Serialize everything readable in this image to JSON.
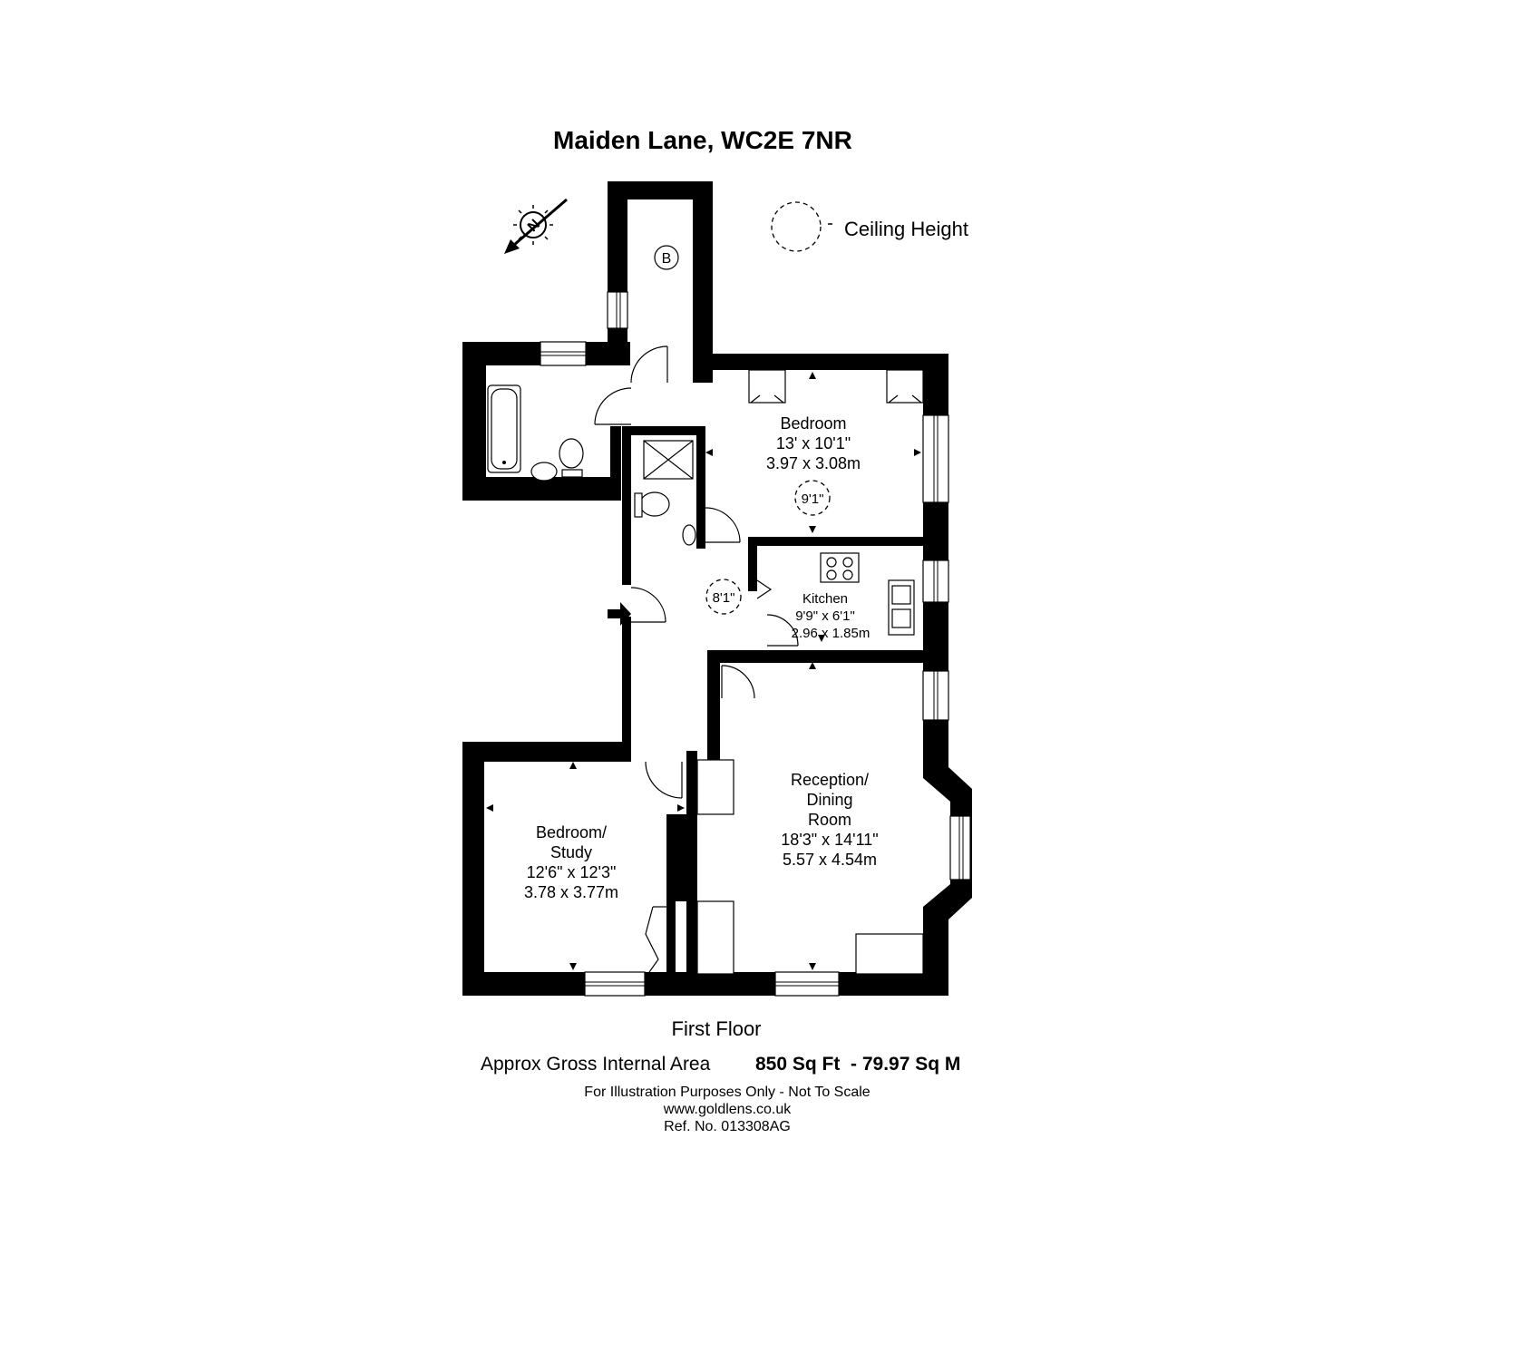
{
  "title": "Maiden Lane, WC2E 7NR",
  "compass": {
    "icon": "north-compass-icon",
    "label": "N"
  },
  "legend": {
    "icon": "dashed-circle-icon",
    "label": "Ceiling Height"
  },
  "boiler": {
    "label": "B"
  },
  "rooms": {
    "bedroom": {
      "name": "Bedroom",
      "imperial": "13' x 10'1\"",
      "metric": "3.97 x 3.08m",
      "ceiling": "9'1\""
    },
    "kitchen": {
      "name": "Kitchen",
      "imperial": "9'9\" x 6'1\"",
      "metric": "2.96 x 1.85m"
    },
    "hall": {
      "ceiling": "8'1\""
    },
    "study": {
      "name_line1": "Bedroom/",
      "name_line2": "Study",
      "imperial": "12'6\" x 12'3\"",
      "metric": "3.78 x 3.77m"
    },
    "reception": {
      "name_line1": "Reception/",
      "name_line2": "Dining",
      "name_line3": "Room",
      "imperial": "18'3\" x 14'11\"",
      "metric": "5.57 x 4.54m"
    }
  },
  "floor_label": "First Floor",
  "area": {
    "label": "Approx Gross Internal Area",
    "value": "850 Sq Ft  - 79.97 Sq M"
  },
  "notes": {
    "disclaimer": "For Illustration Purposes Only - Not To Scale",
    "website": "www.goldlens.co.uk",
    "reference": "Ref. No. 013308AG"
  }
}
